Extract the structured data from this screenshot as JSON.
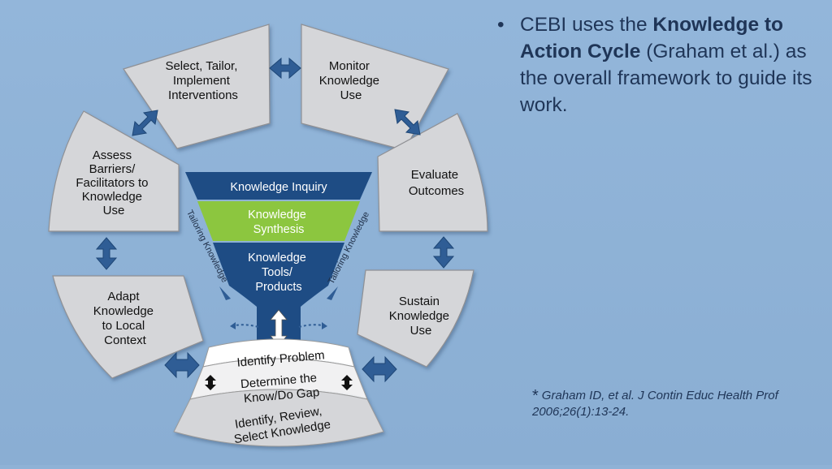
{
  "bullet": {
    "marker": "•",
    "prefix": "CEBI uses the ",
    "bold": "Knowledge to Action Cycle",
    "suffix": " (Graham et al.) as the overall framework to guide its work."
  },
  "citation": {
    "star": "*",
    "text": "Graham ID, et al. J Contin Educ Health Prof 2006;26(1):13-24."
  },
  "cycle": {
    "select": [
      "Select, Tailor,",
      "Implement",
      "Interventions"
    ],
    "monitor": [
      "Monitor",
      "Knowledge",
      "Use"
    ],
    "evaluate": [
      "Evaluate",
      "Outcomes"
    ],
    "sustain": [
      "Sustain",
      "Knowledge",
      "Use"
    ],
    "assess": [
      "Assess",
      "Barriers/",
      "Facilitators to",
      "Knowledge",
      "Use"
    ],
    "adapt": [
      "Adapt",
      "Knowledge",
      "to Local",
      "Context"
    ]
  },
  "funnel": {
    "inquiry": "Knowledge Inquiry",
    "synthesis": [
      "Knowledge",
      "Synthesis"
    ],
    "tools": [
      "Knowledge",
      "Tools/",
      "Products"
    ],
    "tailoring_left": "Tailoring Knowledge",
    "tailoring_right": "Tailoring Knowledge"
  },
  "base": {
    "identify": "Identify Problem",
    "determine": [
      "Determine the",
      "Know/Do Gap"
    ],
    "review": [
      "Identify, Review,",
      "Select Knowledge"
    ]
  },
  "colors": {
    "background": "#8fb2d6",
    "segment": "#d5d6d9",
    "funnel_navy": "#1e4c84",
    "funnel_green": "#8cc63f",
    "arrow": "#2f5d95",
    "text_dark": "#1f3557"
  }
}
